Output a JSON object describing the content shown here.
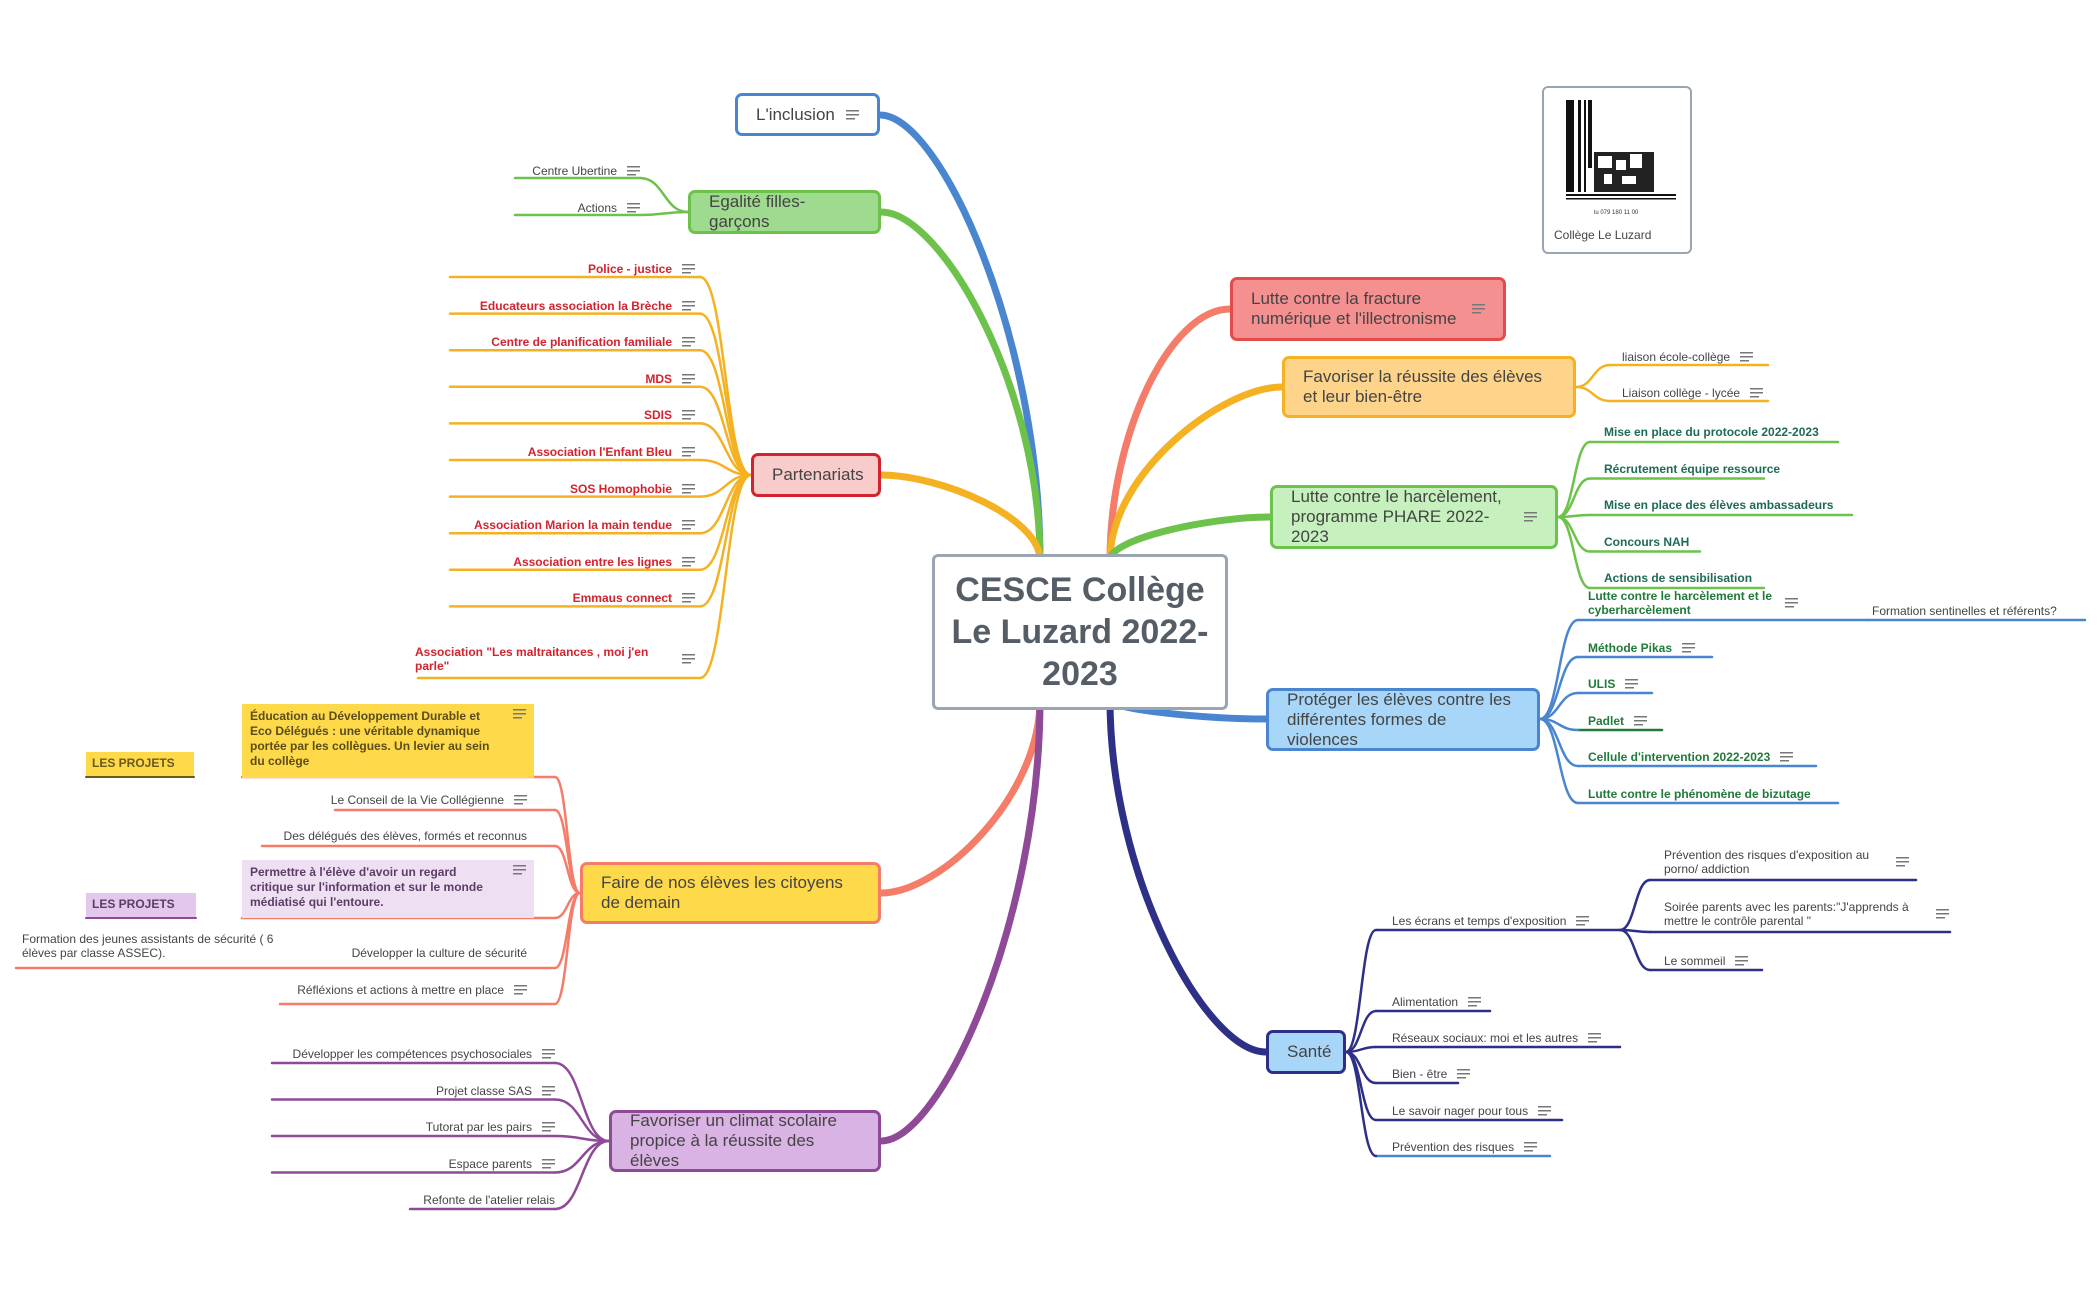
{
  "central": {
    "title": "CESCE Collège Le Luzard 2022-2023"
  },
  "image_node": {
    "caption": "Collège Le Luzard",
    "logo_text": "lu 079 180 11 00"
  },
  "colors": {
    "inclusion": "#4a86d0",
    "egalite": "#6cc24a",
    "partenariats": "#f4b223",
    "faire_citoyens": "#f47c68",
    "climat": "#8e4a96",
    "fracture": "#f47c68",
    "reussite": "#f4b223",
    "harcelement": "#6cc24a",
    "proteger": "#4a86d0",
    "sante": "#2e2f86",
    "partner_text": "#d3232e",
    "green_text": "#207a3a",
    "harcelement_text": "#1e6a58"
  },
  "branches": {
    "inclusion": {
      "label": "L'inclusion"
    },
    "egalite": {
      "label": "Egalité filles-garçons",
      "children": [
        "Centre Ubertine",
        "Actions"
      ]
    },
    "partenariats": {
      "label": "Partenariats",
      "children": [
        "Police - justice",
        "Educateurs association la Brèche",
        "Centre de planification familiale",
        "MDS",
        "SDIS",
        "Association l'Enfant Bleu",
        "SOS Homophobie",
        "Association Marion la main tendue",
        "Association entre les lignes",
        "Emmaus connect",
        "Association \"Les maltraitances , moi j'en parle\""
      ]
    },
    "faire_citoyens": {
      "label": "Faire de nos élèves les citoyens de demain",
      "children": [
        "Éducation au Développement Durable et Eco Délégués : une véritable dynamique portée par les collègues. Un levier au sein du collège",
        "Le Conseil de la Vie Collégienne",
        "Des délégués des élèves, formés et reconnus",
        "Permettre à l'élève d'avoir un regard critique sur l'information et sur le monde médiatisé qui l'entoure.",
        "Développer la culture de sécurité",
        "Réfléxions et actions à mettre en place"
      ],
      "tags": [
        "LES PROJETS",
        "LES PROJETS"
      ],
      "securite_child": "Formation des jeunes assistants de sécurité ( 6 élèves par classe ASSEC)."
    },
    "climat": {
      "label": "Favoriser un climat scolaire propice à la réussite des élèves",
      "children": [
        "Développer les compétences psychosociales",
        "Projet classe SAS",
        "Tutorat par les pairs",
        "Espace parents",
        "Refonte de l'atelier relais"
      ]
    },
    "fracture": {
      "label": "Lutte contre la fracture numérique et l'illectronisme"
    },
    "reussite": {
      "label": "Favoriser la réussite des élèves et leur bien-être",
      "children": [
        "liaison école-collège",
        "Liaison collège - lycée"
      ]
    },
    "harcelement": {
      "label": "Lutte contre le harcèlement, programme PHARE 2022-2023",
      "children": [
        "Mise en place du protocole 2022-2023",
        "Récrutement équipe ressource",
        "Mise en place des élèves ambassadeurs",
        "Concours NAH",
        "Actions de sensibilisation"
      ]
    },
    "proteger": {
      "label": "Protéger les élèves contre les différentes formes de violences",
      "children": [
        "Lutte contre le harcèlement et le cyberharcèlement",
        "Méthode Pikas",
        "ULIS",
        "Padlet",
        "Cellule d'intervention 2022-2023",
        "Lutte contre le phénomène de bizutage"
      ],
      "sentinelles": "Formation sentinelles et référents?"
    },
    "sante": {
      "label": "Santé",
      "children": [
        "Les écrans et temps d'exposition",
        "Alimentation",
        "Réseaux sociaux: moi et les autres",
        "Bien - être",
        "Le savoir nager pour tous",
        "Prévention des risques"
      ],
      "ecrans_children": [
        "Prévention des risques d'exposition au porno/ addiction",
        "Soirée parents avec les parents:\"J'apprends à mettre le contrôle parental \"",
        "Le sommeil"
      ]
    }
  }
}
